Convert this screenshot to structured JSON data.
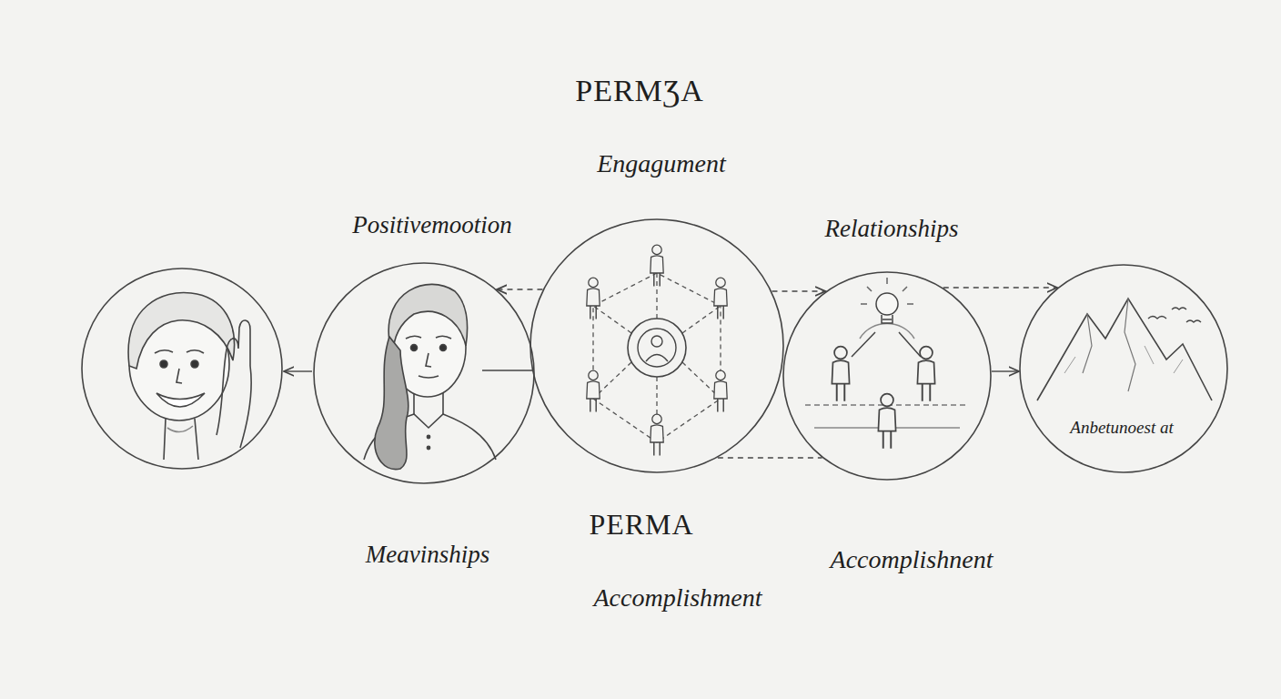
{
  "diagram": {
    "title": "PERMƷA",
    "nodes": [
      {
        "text": [
          "Positivemootion",
          "Meavinships"
        ]
      },
      {
        "text": [
          "Engagument"
        ]
      },
      {
        "text": [
          "Relationships",
          "Accomplishnent"
        ]
      },
      {
        "text": [
          "Anbetunoest at"
        ]
      }
    ],
    "edges": [
      {
        "from": 1,
        "to": 0,
        "arrow": "to"
      },
      {
        "from": 1,
        "to": 2,
        "arrow": "to"
      },
      {
        "from": 1,
        "to": 2,
        "arrow": "none"
      },
      {
        "from": 2,
        "to": 3,
        "arrow": "to"
      },
      {
        "from": 2,
        "to": 3,
        "arrow": "to"
      }
    ],
    "labels": [
      "PERMA",
      "Accomplishment"
    ]
  }
}
